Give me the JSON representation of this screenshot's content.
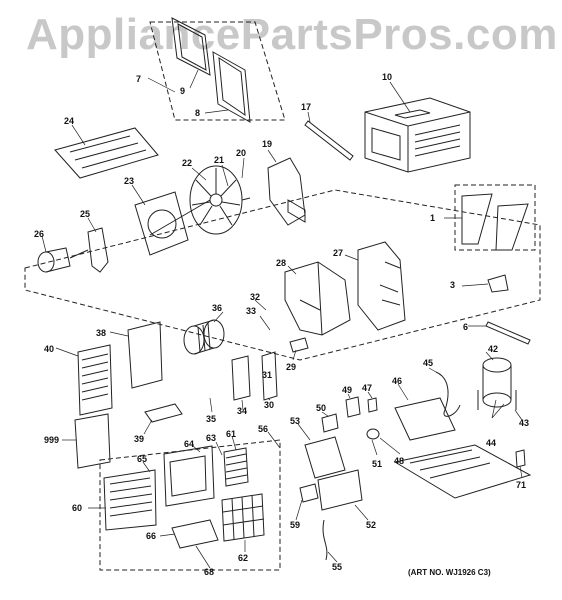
{
  "watermark": "AppliancePartsPros.com",
  "art_no": "(ART NO. WJ1926 C3)",
  "parts": {
    "p1": "1",
    "p3": "3",
    "p6": "6",
    "p7": "7",
    "p8": "8",
    "p9": "9",
    "p10": "10",
    "p17": "17",
    "p19": "19",
    "p20": "20",
    "p21": "21",
    "p22": "22",
    "p23": "23",
    "p24": "24",
    "p25": "25",
    "p26": "26",
    "p27": "27",
    "p28": "28",
    "p29": "29",
    "p30": "30",
    "p31": "31",
    "p32": "32",
    "p33": "33",
    "p34": "34",
    "p35": "35",
    "p36": "36",
    "p38": "38",
    "p39": "39",
    "p40": "40",
    "p42": "42",
    "p43": "43",
    "p44": "44",
    "p45": "45",
    "p46": "46",
    "p47": "47",
    "p48": "48",
    "p49": "49",
    "p50": "50",
    "p51": "51",
    "p52": "52",
    "p53": "53",
    "p55": "55",
    "p56": "56",
    "p59": "59",
    "p60": "60",
    "p61": "61",
    "p62": "62",
    "p63": "63",
    "p64": "64",
    "p65": "65",
    "p66": "66",
    "p68": "68",
    "p71": "71",
    "p999": "999"
  }
}
